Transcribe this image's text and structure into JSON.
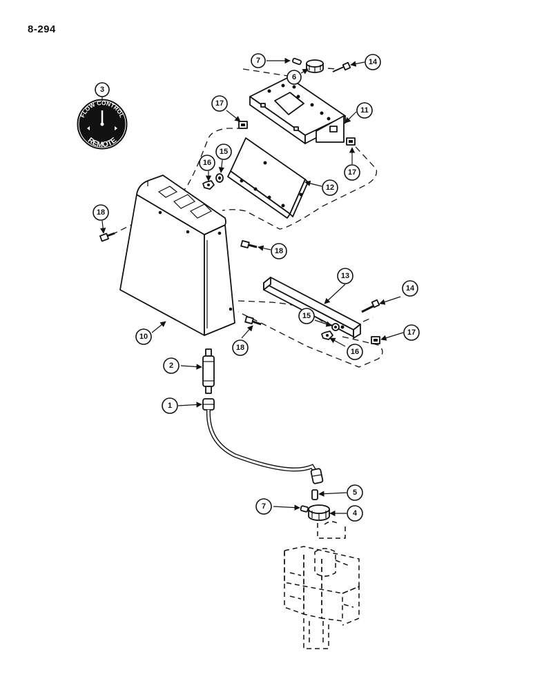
{
  "page": {
    "number": "8-294"
  },
  "decal": {
    "top_text": "FLOW CONTROL",
    "bottom_text": "REMOTE"
  },
  "callouts": [
    {
      "id": "c3",
      "label": "3"
    },
    {
      "id": "c7a",
      "label": "7"
    },
    {
      "id": "c6",
      "label": "6"
    },
    {
      "id": "c14a",
      "label": "14"
    },
    {
      "id": "c17a",
      "label": "17"
    },
    {
      "id": "c11",
      "label": "11"
    },
    {
      "id": "c16a",
      "label": "16"
    },
    {
      "id": "c15a",
      "label": "15"
    },
    {
      "id": "c17b",
      "label": "17"
    },
    {
      "id": "c12",
      "label": "12"
    },
    {
      "id": "c18a",
      "label": "18"
    },
    {
      "id": "c18b",
      "label": "18"
    },
    {
      "id": "c13",
      "label": "13"
    },
    {
      "id": "c14b",
      "label": "14"
    },
    {
      "id": "c15b",
      "label": "15"
    },
    {
      "id": "c17c",
      "label": "17"
    },
    {
      "id": "c10",
      "label": "10"
    },
    {
      "id": "c18c",
      "label": "18"
    },
    {
      "id": "c16b",
      "label": "16"
    },
    {
      "id": "c2",
      "label": "2"
    },
    {
      "id": "c1",
      "label": "1"
    },
    {
      "id": "c5",
      "label": "5"
    },
    {
      "id": "c7b",
      "label": "7"
    },
    {
      "id": "c4",
      "label": "4"
    }
  ]
}
